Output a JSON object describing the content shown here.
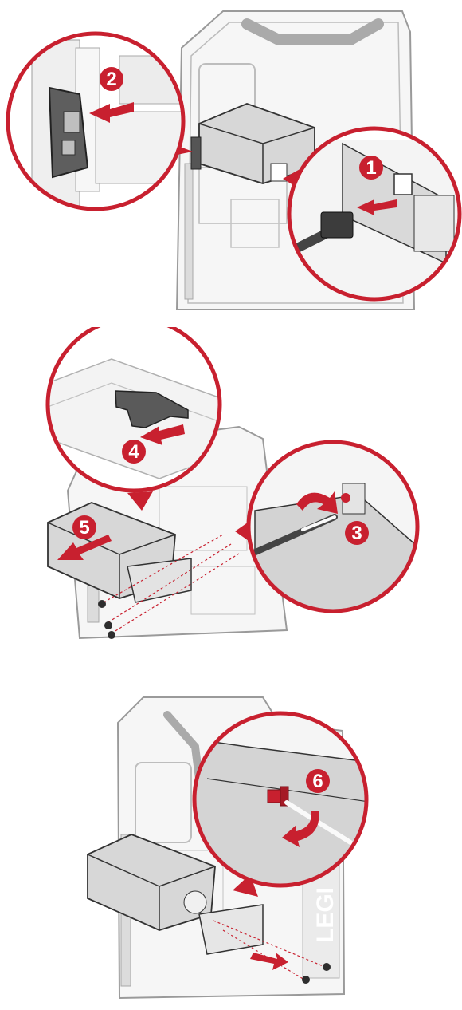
{
  "colors": {
    "accent": "#c8202f",
    "line": "#3a3a3a",
    "gray": "#b4b4b4",
    "light": "#e4e4e4"
  },
  "steps": {
    "s1": "1",
    "s2": "2",
    "s3": "3",
    "s4": "4",
    "s5": "5",
    "s6": "6"
  },
  "case_brand_text": "LEGI"
}
